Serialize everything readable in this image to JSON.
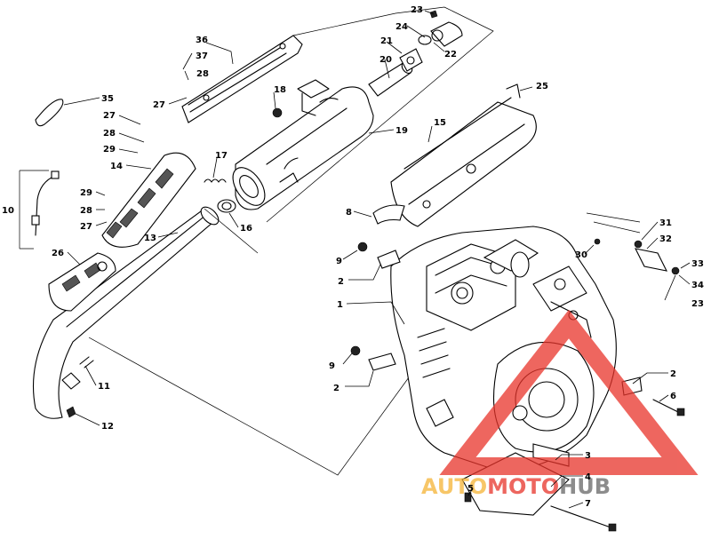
{
  "callouts": [
    {
      "id": "c1",
      "label": "1"
    },
    {
      "id": "c2a",
      "label": "2"
    },
    {
      "id": "c2b",
      "label": "2"
    },
    {
      "id": "c2c",
      "label": "2"
    },
    {
      "id": "c3",
      "label": "3"
    },
    {
      "id": "c4",
      "label": "4"
    },
    {
      "id": "c5",
      "label": "5"
    },
    {
      "id": "c6",
      "label": "6"
    },
    {
      "id": "c7",
      "label": "7"
    },
    {
      "id": "c8",
      "label": "8"
    },
    {
      "id": "c9a",
      "label": "9"
    },
    {
      "id": "c9b",
      "label": "9"
    },
    {
      "id": "c10",
      "label": "10"
    },
    {
      "id": "c11",
      "label": "11"
    },
    {
      "id": "c12",
      "label": "12"
    },
    {
      "id": "c13",
      "label": "13"
    },
    {
      "id": "c14",
      "label": "14"
    },
    {
      "id": "c15",
      "label": "15"
    },
    {
      "id": "c16",
      "label": "16"
    },
    {
      "id": "c17",
      "label": "17"
    },
    {
      "id": "c18",
      "label": "18"
    },
    {
      "id": "c19",
      "label": "19"
    },
    {
      "id": "c20",
      "label": "20"
    },
    {
      "id": "c21",
      "label": "21"
    },
    {
      "id": "c22",
      "label": "22"
    },
    {
      "id": "c23a",
      "label": "23"
    },
    {
      "id": "c23b",
      "label": "23"
    },
    {
      "id": "c24",
      "label": "24"
    },
    {
      "id": "c25",
      "label": "25"
    },
    {
      "id": "c26",
      "label": "26"
    },
    {
      "id": "c27a",
      "label": "27"
    },
    {
      "id": "c27b",
      "label": "27"
    },
    {
      "id": "c27c",
      "label": "27"
    },
    {
      "id": "c28a",
      "label": "28"
    },
    {
      "id": "c28b",
      "label": "28"
    },
    {
      "id": "c28c",
      "label": "28"
    },
    {
      "id": "c29a",
      "label": "29"
    },
    {
      "id": "c29b",
      "label": "29"
    },
    {
      "id": "c30",
      "label": "30"
    },
    {
      "id": "c31",
      "label": "31"
    },
    {
      "id": "c32",
      "label": "32"
    },
    {
      "id": "c33",
      "label": "33"
    },
    {
      "id": "c34",
      "label": "34"
    },
    {
      "id": "c35",
      "label": "35"
    },
    {
      "id": "c36",
      "label": "36"
    },
    {
      "id": "c37",
      "label": "37"
    }
  ],
  "watermark": {
    "word_a": "AUTO",
    "word_b": "MOTO",
    "word_c": "HUB",
    "color_a": "#f5b335",
    "color_b": "#e8332a",
    "color_c": "#666666"
  }
}
